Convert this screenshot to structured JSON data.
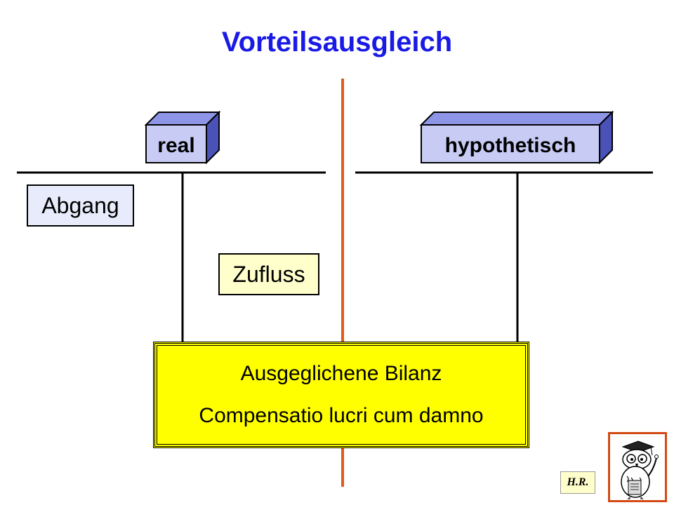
{
  "slide": {
    "title": "Vorteilsausgleich"
  },
  "columns": {
    "left_label": "real",
    "right_label": "hypothetisch"
  },
  "boxes": {
    "abgang": "Abgang",
    "zufluss": "Zufluss"
  },
  "summary": {
    "line1": "Ausgeglichene Bilanz",
    "line2": "Compensatio lucri cum damno"
  },
  "logo": {
    "tag": "H.R."
  },
  "colors": {
    "title": "#1a1ae6",
    "divider": "#e05a1a",
    "column_box_face": "#c8ccf5",
    "abgang_fill": "#e8ebfb",
    "zufluss_fill": "#ffffcc",
    "summary_fill": "#ffff00"
  }
}
